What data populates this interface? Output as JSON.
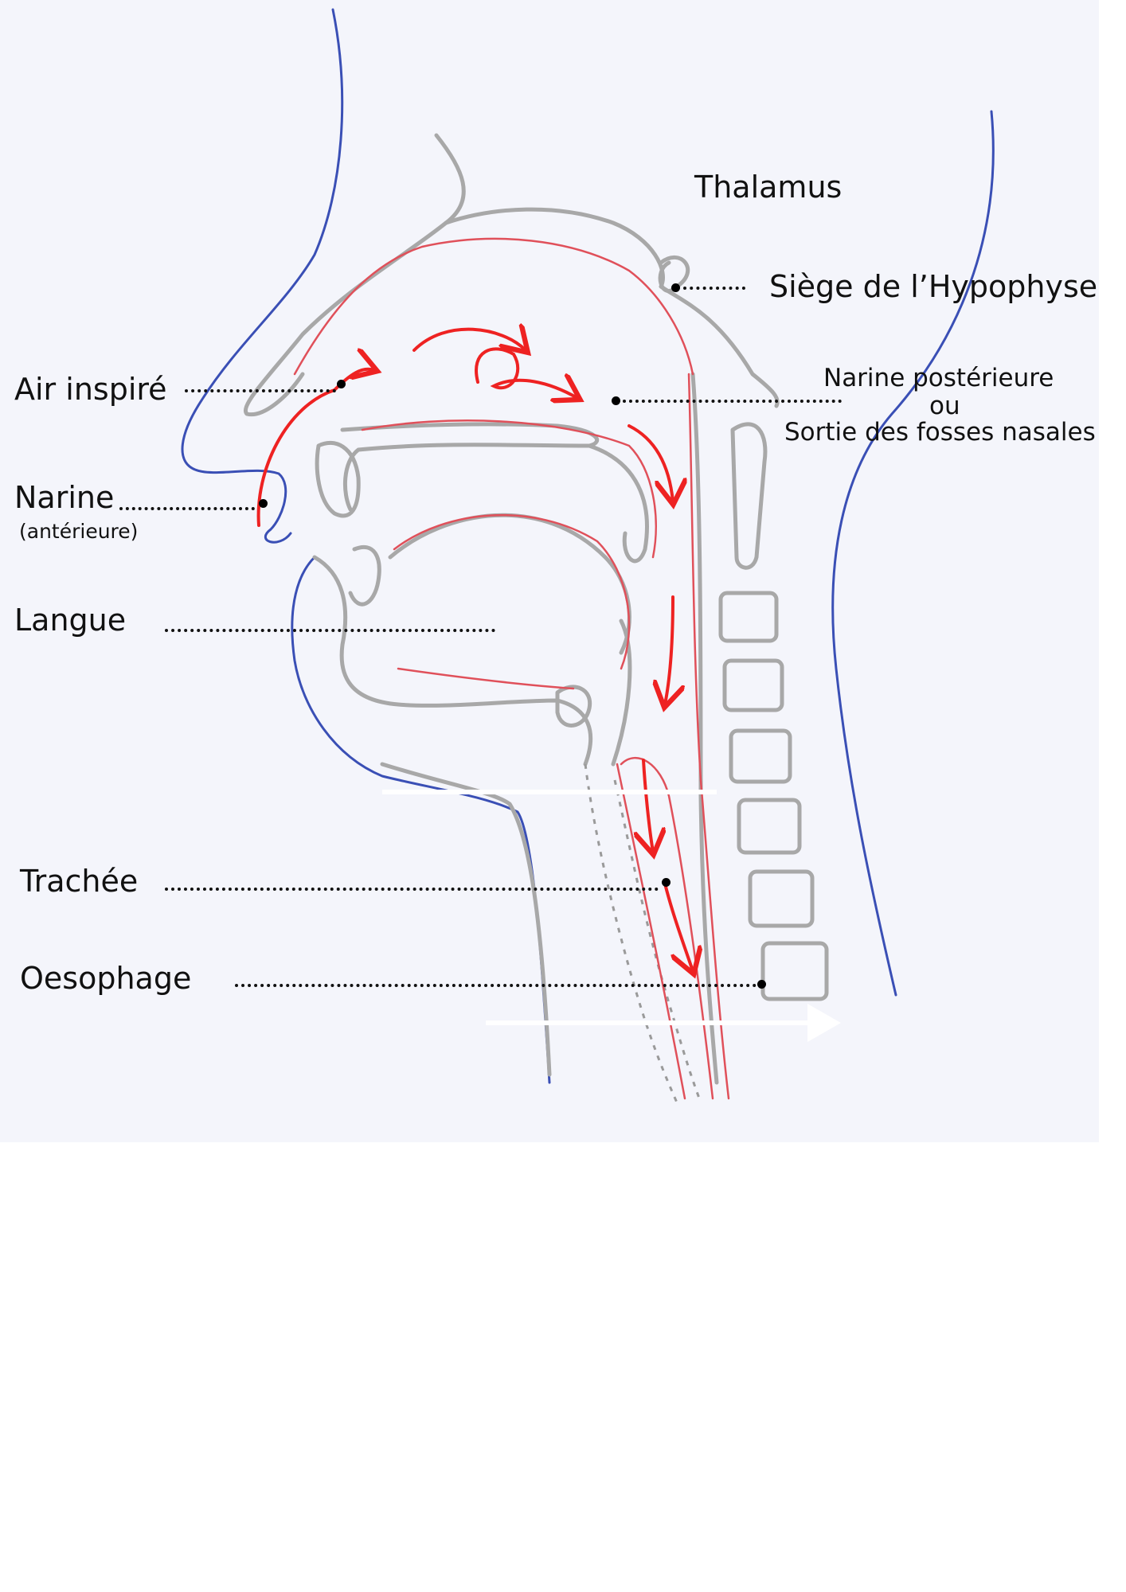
{
  "labels": {
    "thalamus": "Thalamus",
    "hypophyse": "Siège de l’Hypophyse",
    "narine_posterieure_1": "Narine postérieure",
    "narine_posterieure_2": "ou",
    "narine_posterieure_3": "Sortie des fosses nasales",
    "air_inspire": "Air inspiré",
    "narine": "Narine",
    "anterieure": "(antérieure)",
    "langue": "Langue",
    "trachee": "Trachée",
    "oesophage": "Oesophage"
  },
  "colors": {
    "skin_outline": "#3a4fb5",
    "bone_outline": "#a8a8a8",
    "mucosa": "#e0505a",
    "airflow_arrow": "#ee2222",
    "label_text": "#111111",
    "paper": "#f4f5fb"
  }
}
